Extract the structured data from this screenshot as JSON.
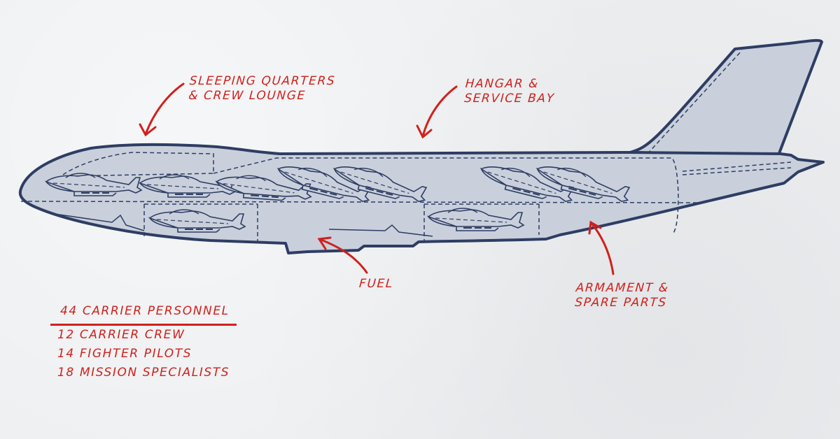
{
  "diagram": {
    "subject": "Aircraft carrier conversion of a jumbo jet (side cutaway)",
    "colors": {
      "background": "#eceef0",
      "fuselage_fill": "#c9d0dc",
      "outline": "#2e3d63",
      "annotation": "#d0211c"
    },
    "annotations": [
      {
        "id": "sleeping",
        "lines": [
          "SLEEPING QUARTERS",
          "& CREW LOUNGE"
        ]
      },
      {
        "id": "hangar",
        "lines": [
          "HANGAR &",
          "SERVICE BAY"
        ]
      },
      {
        "id": "fuel",
        "lines": [
          "FUEL"
        ]
      },
      {
        "id": "armament",
        "lines": [
          "ARMAMENT &",
          "SPARE PARTS"
        ]
      }
    ],
    "parasite_fighters": {
      "upper_deck_count": 7,
      "lower_deck_count": 2
    }
  },
  "personnel": {
    "total": "44 CARRIER PERSONNEL",
    "breakdown": [
      "12 CARRIER CREW",
      "14 FIGHTER PILOTS",
      "18 MISSION SPECIALISTS"
    ]
  }
}
